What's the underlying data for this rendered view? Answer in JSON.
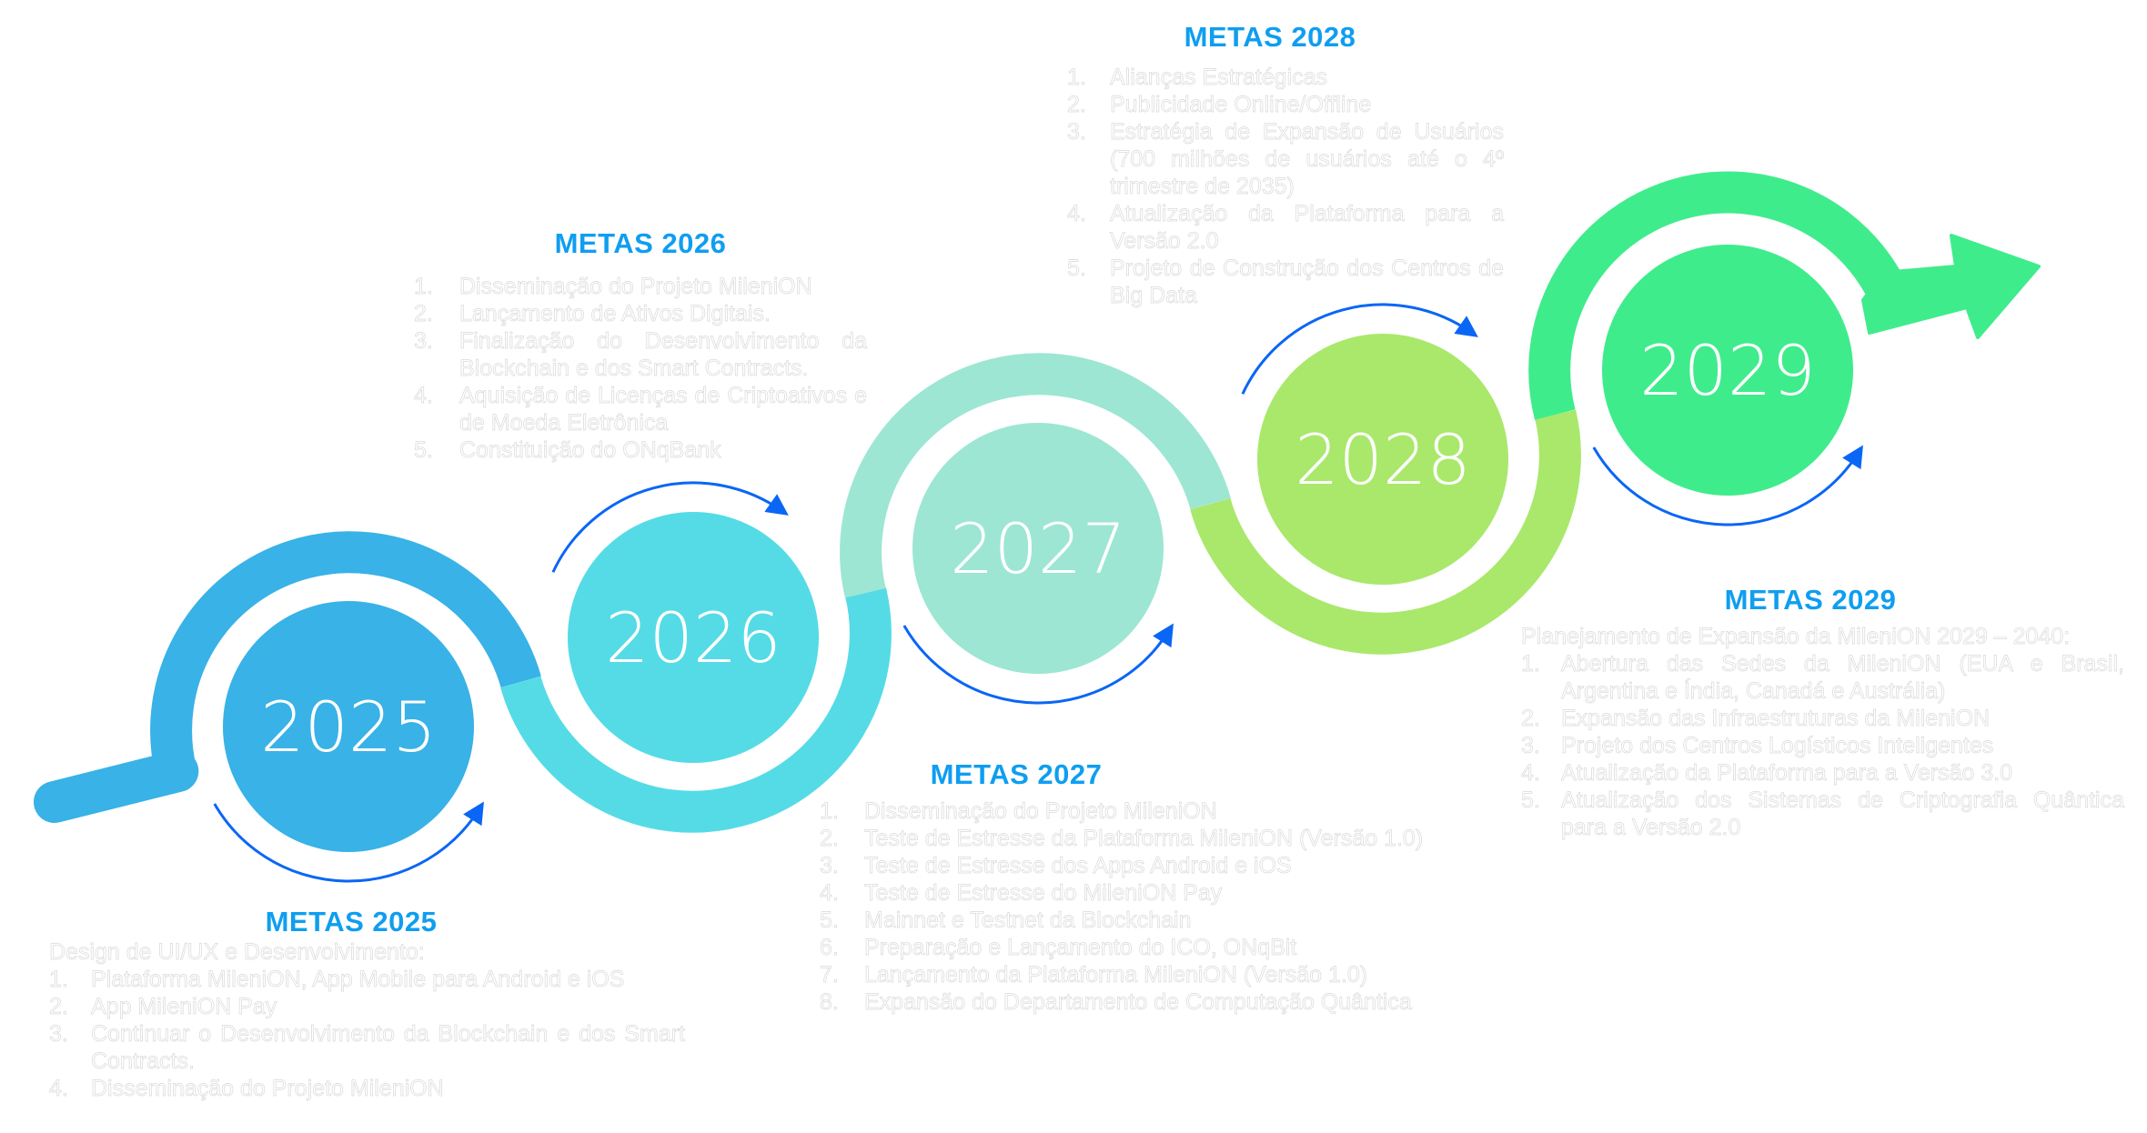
{
  "colors": {
    "ring": [
      "#38b2e7",
      "#55dbe6",
      "#9de6d3",
      "#a9e86b",
      "#3fec8c"
    ],
    "title": "#0f9ef0",
    "small_arrow": "#0a66f5"
  },
  "years": [
    "2025",
    "2026",
    "2027",
    "2028",
    "2029"
  ],
  "goals": [
    {
      "title": "METAS 2025",
      "intro": "Design de UI/UX e Desenvolvimento:",
      "items": [
        {
          "n": "1.",
          "t": "Plataforma MileniON, App Mobile para Android e iOS"
        },
        {
          "n": "2.",
          "t": "App MileniON Pay"
        },
        {
          "n": "3.",
          "t": "Continuar o Desenvolvimento da Blockchain e dos Smart Contracts."
        },
        {
          "n": "4.",
          "t": "Disseminação do Projeto MileniON"
        }
      ]
    },
    {
      "title": "METAS 2026",
      "items": [
        {
          "n": "1.",
          "t": "Disseminação do Projeto MileniON"
        },
        {
          "n": "2.",
          "t": "Lançamento de Ativos Digitais."
        },
        {
          "n": "3.",
          "t": "Finalização do Desenvolvimento da Blockchain e dos Smart Contracts."
        },
        {
          "n": "4.",
          "t": "Aquisição de Licenças de Criptoativos e de Moeda Eletrônica"
        },
        {
          "n": "5.",
          "t": "Constituição do ONqBank"
        }
      ]
    },
    {
      "title": "METAS 2027",
      "items": [
        {
          "n": "1.",
          "t": "Disseminação do Projeto MileniON"
        },
        {
          "n": "2.",
          "t": "Teste de Estresse da Plataforma MileniON (Versão 1.0)"
        },
        {
          "n": "3.",
          "t": "Teste de Estresse dos Apps Android e iOS"
        },
        {
          "n": "4.",
          "t": "Teste de Estresse do MileniON Pay"
        },
        {
          "n": "5.",
          "t": "Mainnet e Testnet da Blockchain"
        },
        {
          "n": "6.",
          "t": "Preparação e Lançamento do ICO, ONqBit"
        },
        {
          "n": "7.",
          "t": "Lançamento da Plataforma MileniON (Versão 1.0)"
        },
        {
          "n": "8.",
          "t": "Expansão do Departamento de Computação Quântica"
        }
      ]
    },
    {
      "title": "METAS 2028",
      "items": [
        {
          "n": "1.",
          "t": "Alianças Estratégicas"
        },
        {
          "n": "2.",
          "t": "Publicidade Online/Offline"
        },
        {
          "n": "3.",
          "t": "Estratégia de Expansão de Usuários (700 milhões de usuários até o 4º trimestre de 2035)"
        },
        {
          "n": "4.",
          "t": "Atualização da Plataforma para a Versão 2.0"
        },
        {
          "n": "5.",
          "t": "Projeto de Construção dos Centros de Big Data"
        }
      ]
    },
    {
      "title": "METAS 2029",
      "intro": "Planejamento de Expansão da MileniON 2029 – 2040:",
      "items": [
        {
          "n": "1.",
          "t": "Abertura das Sedes da MileniON (EUA e Brasil, Argentina e Índia, Canadá e Austrália)"
        },
        {
          "n": "2.",
          "t": "Expansão das Infraestruturas da MileniON"
        },
        {
          "n": "3.",
          "t": "Projeto dos Centros Logísticos Inteligentes"
        },
        {
          "n": "4.",
          "t": "Atualização da Plataforma para a Versão 3.0"
        },
        {
          "n": "5.",
          "t": "Atualização dos Sistemas de Criptografia Quântica para a Versão 2.0"
        }
      ]
    }
  ]
}
